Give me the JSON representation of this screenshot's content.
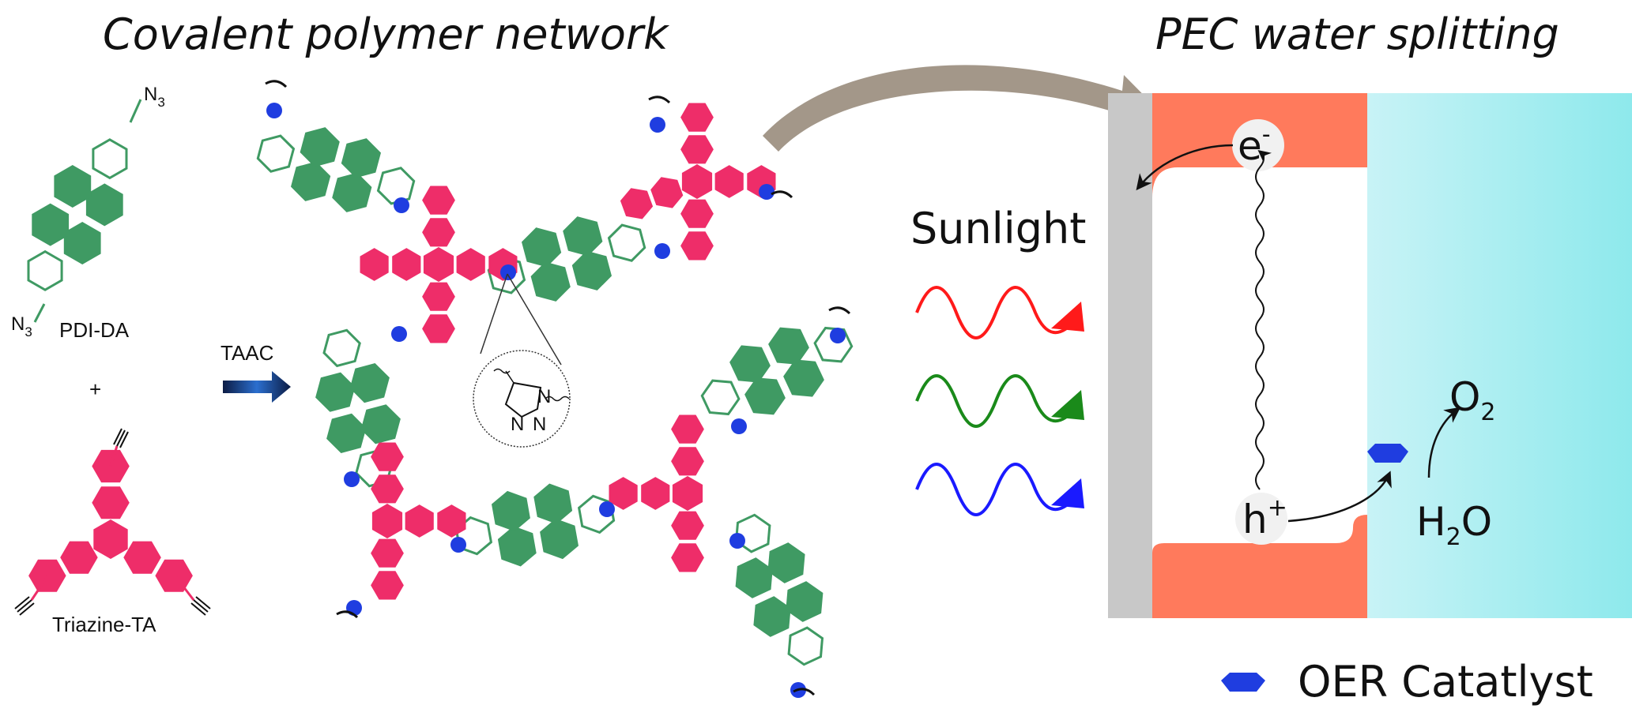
{
  "titles": {
    "left": "Covalent polymer network",
    "right": "PEC water splitting"
  },
  "monomers": {
    "pdi_label": "PDI-DA",
    "azide": "N",
    "azide_sub": "3",
    "plus": "+",
    "triazine_label": "Triazine-TA"
  },
  "reaction": {
    "arrow_label": "TAAC"
  },
  "triazole_inset": {
    "n1": "N",
    "n2": "N",
    "n3": "N"
  },
  "pec": {
    "sunlight_label": "Sunlight",
    "electron": "e",
    "electron_sup": "-",
    "hole": "h",
    "hole_sup": "+",
    "water": "H",
    "water_sub": "2",
    "water_tail": "O",
    "oxygen": "O",
    "oxygen_sub": "2",
    "legend_label": "OER Catatlyst"
  },
  "colors": {
    "pdi_green": "#3f9a63",
    "triazine_pink": "#ee2d69",
    "node_blue": "#1f3de0",
    "semiconductor": "#ff7a5c",
    "electrolyte": "#9eeef0",
    "substrate": "#c8c8c8",
    "transfer_arrow": "#a39789",
    "light_red": "#ff1a1a",
    "light_green": "#1a8a1a",
    "light_blue": "#1a1aff"
  }
}
